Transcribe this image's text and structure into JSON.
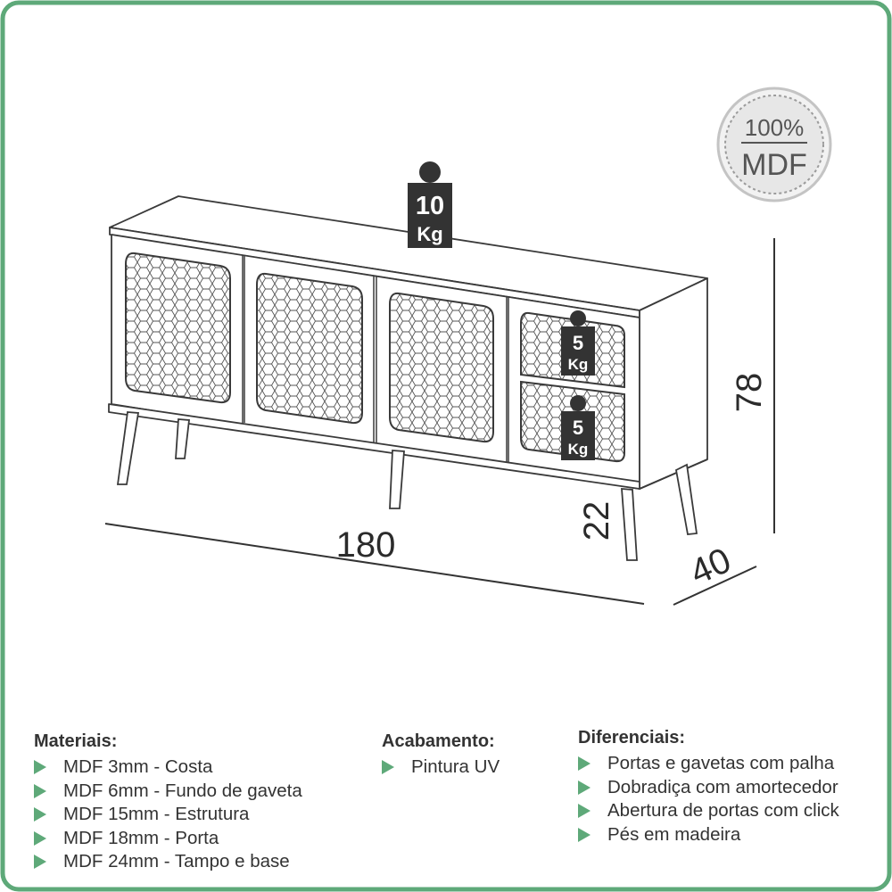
{
  "colors": {
    "border": "#5ea979",
    "bullet": "#5ea979",
    "tag": "#333333",
    "text": "#333333"
  },
  "badge": {
    "percent": "100%",
    "material": "MDF"
  },
  "weights": {
    "top": {
      "value": "10",
      "unit": "Kg"
    },
    "drawer_upper": {
      "value": "5",
      "unit": "Kg"
    },
    "drawer_lower": {
      "value": "5",
      "unit": "Kg"
    }
  },
  "dimensions": {
    "width": "180",
    "depth": "40",
    "height": "78",
    "leg": "22"
  },
  "materiais": {
    "title": "Materiais:",
    "items": [
      "MDF 3mm - Costa",
      "MDF 6mm - Fundo de gaveta",
      "MDF 15mm - Estrutura",
      "MDF 18mm - Porta",
      "MDF 24mm - Tampo e base"
    ]
  },
  "acabamento": {
    "title": "Acabamento:",
    "items": [
      "Pintura UV"
    ]
  },
  "diferenciais": {
    "title": "Diferenciais:",
    "items": [
      "Portas e gavetas com palha",
      "Dobradiça com amortecedor",
      "Abertura de portas com click",
      "Pés em madeira"
    ]
  }
}
